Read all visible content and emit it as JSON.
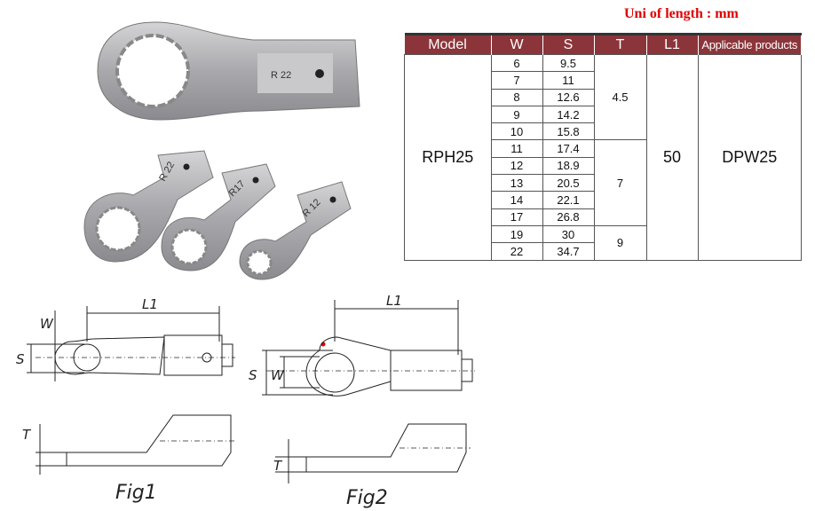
{
  "unit_note": "Uni of length : mm",
  "table": {
    "headers": [
      "Model",
      "W",
      "S",
      "T",
      "L1",
      "Applicable products"
    ],
    "model": "RPH25",
    "l1": "50",
    "applicable": "DPW25",
    "rows": [
      {
        "w": "6",
        "s": "9.5"
      },
      {
        "w": "7",
        "s": "11"
      },
      {
        "w": "8",
        "s": "12.6"
      },
      {
        "w": "9",
        "s": "14.2"
      },
      {
        "w": "10",
        "s": "15.8"
      },
      {
        "w": "11",
        "s": "17.4"
      },
      {
        "w": "12",
        "s": "18.9"
      },
      {
        "w": "13",
        "s": "20.5"
      },
      {
        "w": "14",
        "s": "22.1"
      },
      {
        "w": "17",
        "s": "26.8"
      },
      {
        "w": "19",
        "s": "30"
      },
      {
        "w": "22",
        "s": "34.7"
      }
    ],
    "t_groups": [
      "4.5",
      "7",
      "9"
    ]
  },
  "photo": {
    "stamps": [
      "R 22",
      "R 22",
      "R17",
      "R 12"
    ]
  },
  "figures": {
    "fig1": {
      "caption": "Fig1",
      "labels": {
        "l1": "L1",
        "w": "W",
        "s": "S",
        "t": "T"
      }
    },
    "fig2": {
      "caption": "Fig2",
      "labels": {
        "l1": "L1",
        "w": "W",
        "s": "S",
        "t": "T"
      }
    }
  },
  "colors": {
    "header": "#8b353a",
    "unit_note": "#e00000"
  }
}
